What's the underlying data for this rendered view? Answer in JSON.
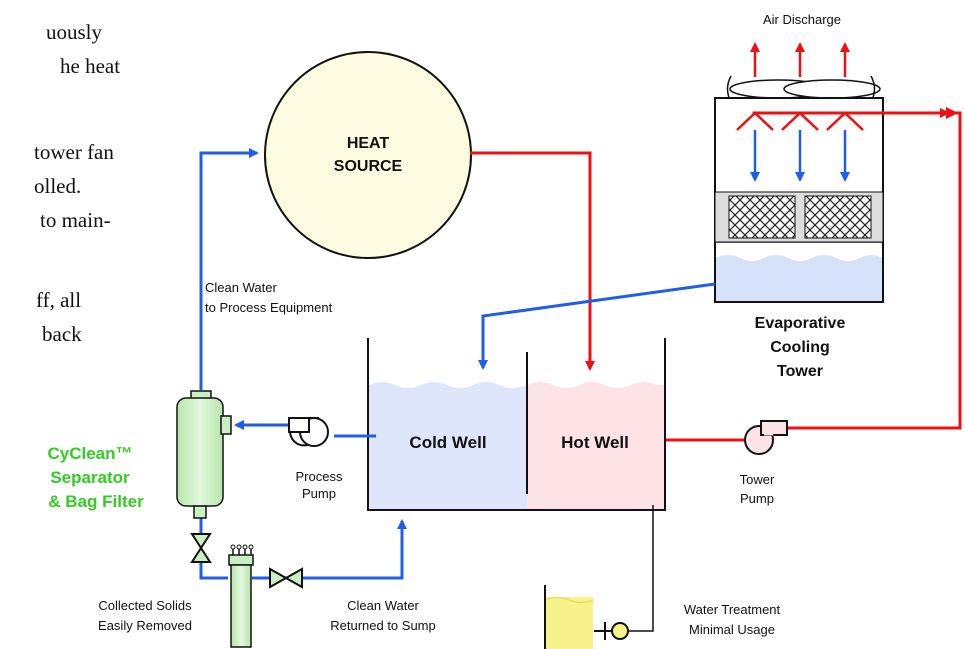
{
  "body_text": [
    "uously",
    "he heat",
    "tower fan",
    "olled.",
    "to main-",
    "ff, all",
    "back"
  ],
  "heat_source": [
    "HEAT",
    "SOURCE"
  ],
  "air_discharge": "Air Discharge",
  "tower_label": [
    "Evaporative",
    "Cooling",
    "Tower"
  ],
  "clean_water_process": [
    "Clean Water",
    "to Process Equipment"
  ],
  "cold_well": "Cold Well",
  "hot_well": "Hot Well",
  "process_pump": [
    "Process",
    "Pump"
  ],
  "tower_pump": [
    "Tower",
    "Pump"
  ],
  "separator": [
    "CyClean™",
    "Separator",
    "& Bag Filter"
  ],
  "collected_solids": [
    "Collected Solids",
    "Easily Removed"
  ],
  "clean_water_sump": [
    "Clean Water",
    "Returned to Sump"
  ],
  "water_treatment": [
    "Water Treatment",
    "Minimal Usage"
  ],
  "colors": {
    "hot": "#ee1111",
    "cold": "#1f5ee8",
    "heat_source_fill": "#fdfbe0",
    "cold_water": "#dde6fb",
    "hot_water": "#fde2e6",
    "filter_fill": "#c9f0c2",
    "brand_green": "#33cc22",
    "chemical": "#f8f28a"
  }
}
